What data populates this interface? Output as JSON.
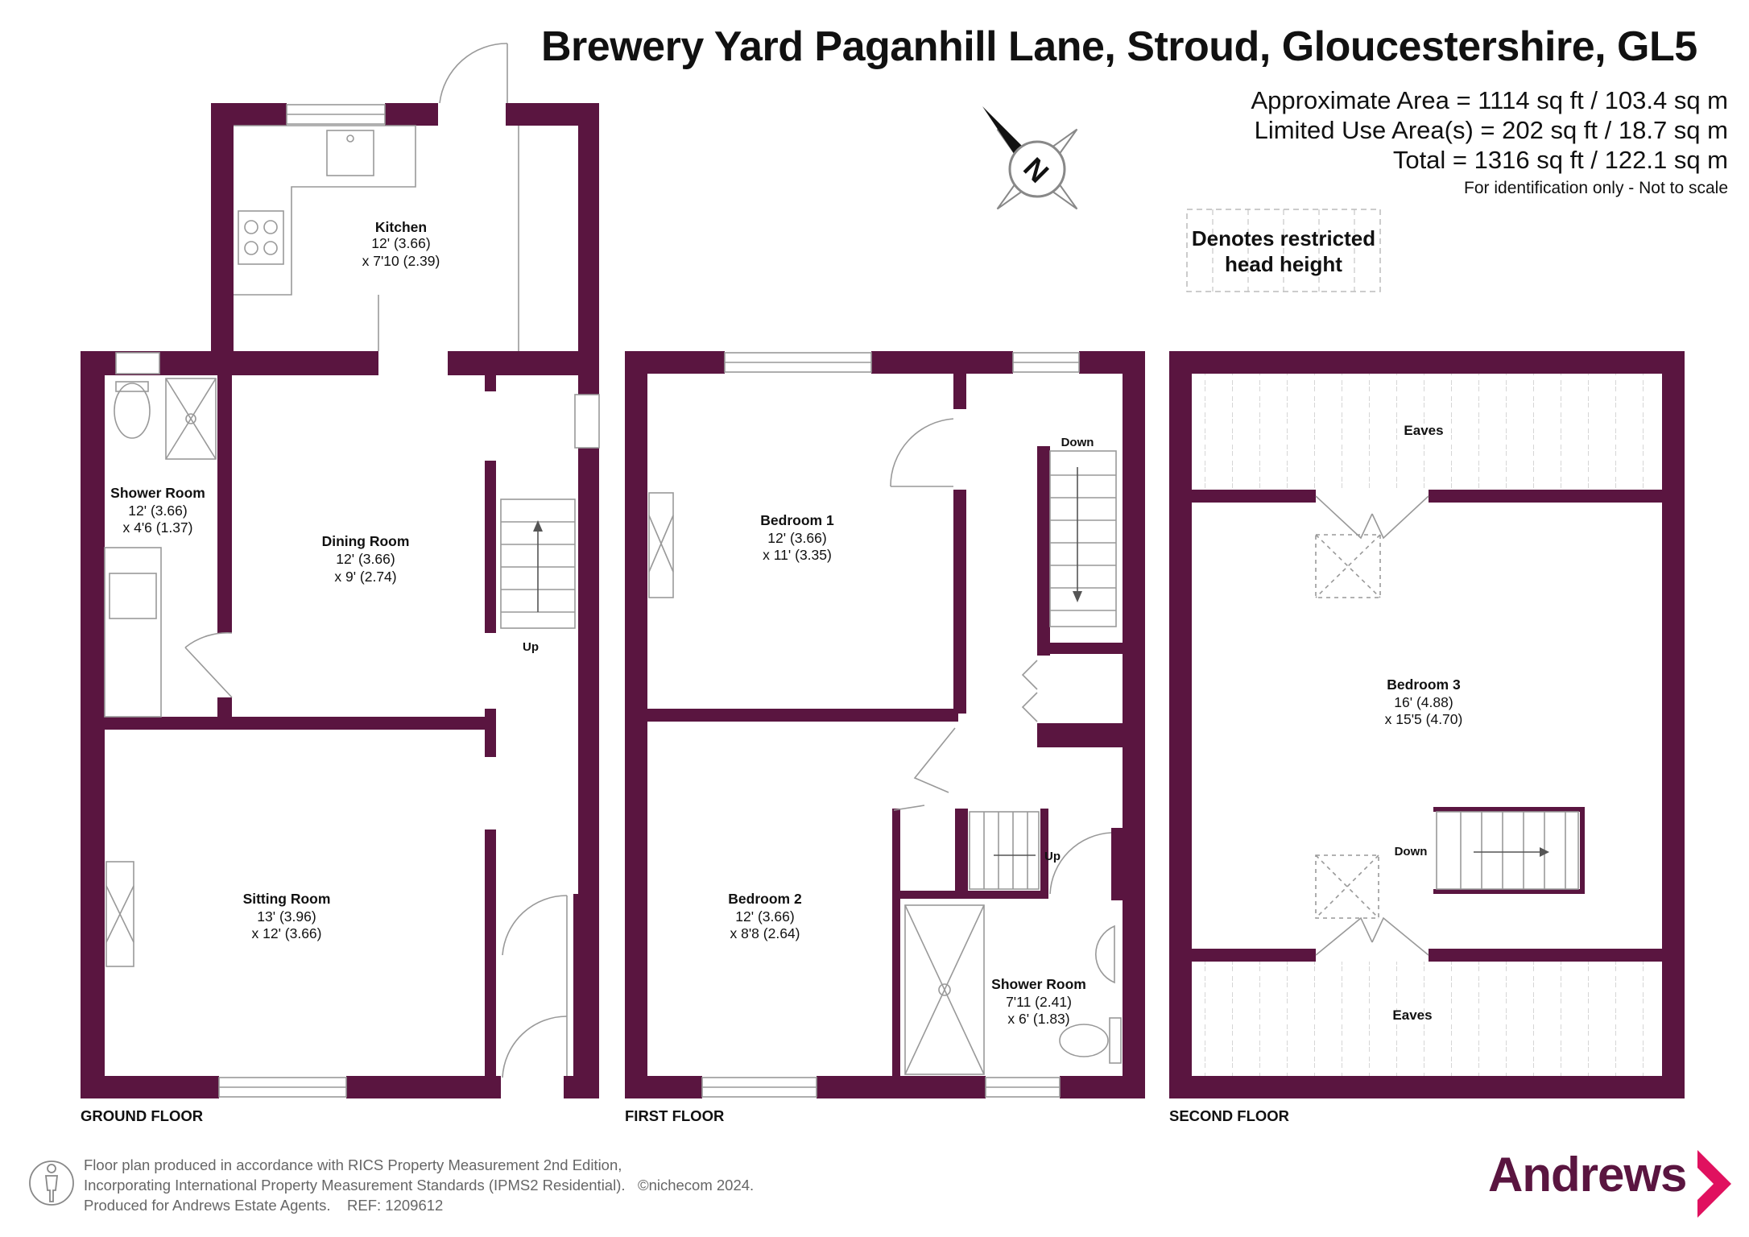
{
  "header": {
    "title": "Brewery Yard Paganhill Lane, Stroud, Gloucestershire, GL5",
    "approx_area": "Approximate Area = 1114 sq ft / 103.4 sq m",
    "limited_area": "Limited Use Area(s) = 202 sq ft / 18.7 sq m",
    "total_area": "Total = 1316 sq ft / 122.1 sq m",
    "disclaimer": "For identification only - Not to scale"
  },
  "compass": {
    "label": "N"
  },
  "legend": {
    "line1": "Denotes restricted",
    "line2": "head height"
  },
  "colors": {
    "wall": "#5a1540",
    "line": "#999999",
    "brand": "#5a1540",
    "arrow": "#e0115f"
  },
  "ground_floor": {
    "label": "GROUND FLOOR",
    "kitchen": {
      "name": "Kitchen",
      "dim1": "12' (3.66)",
      "dim2": "x 7'10 (2.39)"
    },
    "shower_room": {
      "name": "Shower Room",
      "dim1": "12' (3.66)",
      "dim2": "x 4'6 (1.37)"
    },
    "dining_room": {
      "name": "Dining Room",
      "dim1": "12' (3.66)",
      "dim2": "x 9' (2.74)"
    },
    "sitting_room": {
      "name": "Sitting Room",
      "dim1": "13' (3.96)",
      "dim2": "x 12' (3.66)"
    },
    "stairs_label": "Up"
  },
  "first_floor": {
    "label": "FIRST FLOOR",
    "bedroom1": {
      "name": "Bedroom 1",
      "dim1": "12' (3.66)",
      "dim2": "x 11' (3.35)"
    },
    "bedroom2": {
      "name": "Bedroom 2",
      "dim1": "12' (3.66)",
      "dim2": "x 8'8 (2.64)"
    },
    "shower_room": {
      "name": "Shower Room",
      "dim1": "7'11 (2.41)",
      "dim2": "x 6' (1.83)"
    },
    "stairs_down": "Down",
    "stairs_up": "Up"
  },
  "second_floor": {
    "label": "SECOND FLOOR",
    "bedroom3": {
      "name": "Bedroom 3",
      "dim1": "16' (4.88)",
      "dim2": "x 15'5 (4.70)"
    },
    "eaves_top": "Eaves",
    "eaves_bottom": "Eaves",
    "stairs_down": "Down"
  },
  "footer": {
    "line1": "Floor plan produced in accordance with RICS Property Measurement 2nd Edition,",
    "line2": "Incorporating International Property Measurement Standards (IPMS2 Residential).",
    "copyright": "©nichecom 2024.",
    "line3": "Produced for Andrews Estate Agents.",
    "ref": "REF: 1209612"
  },
  "brand": {
    "name": "Andrews"
  }
}
